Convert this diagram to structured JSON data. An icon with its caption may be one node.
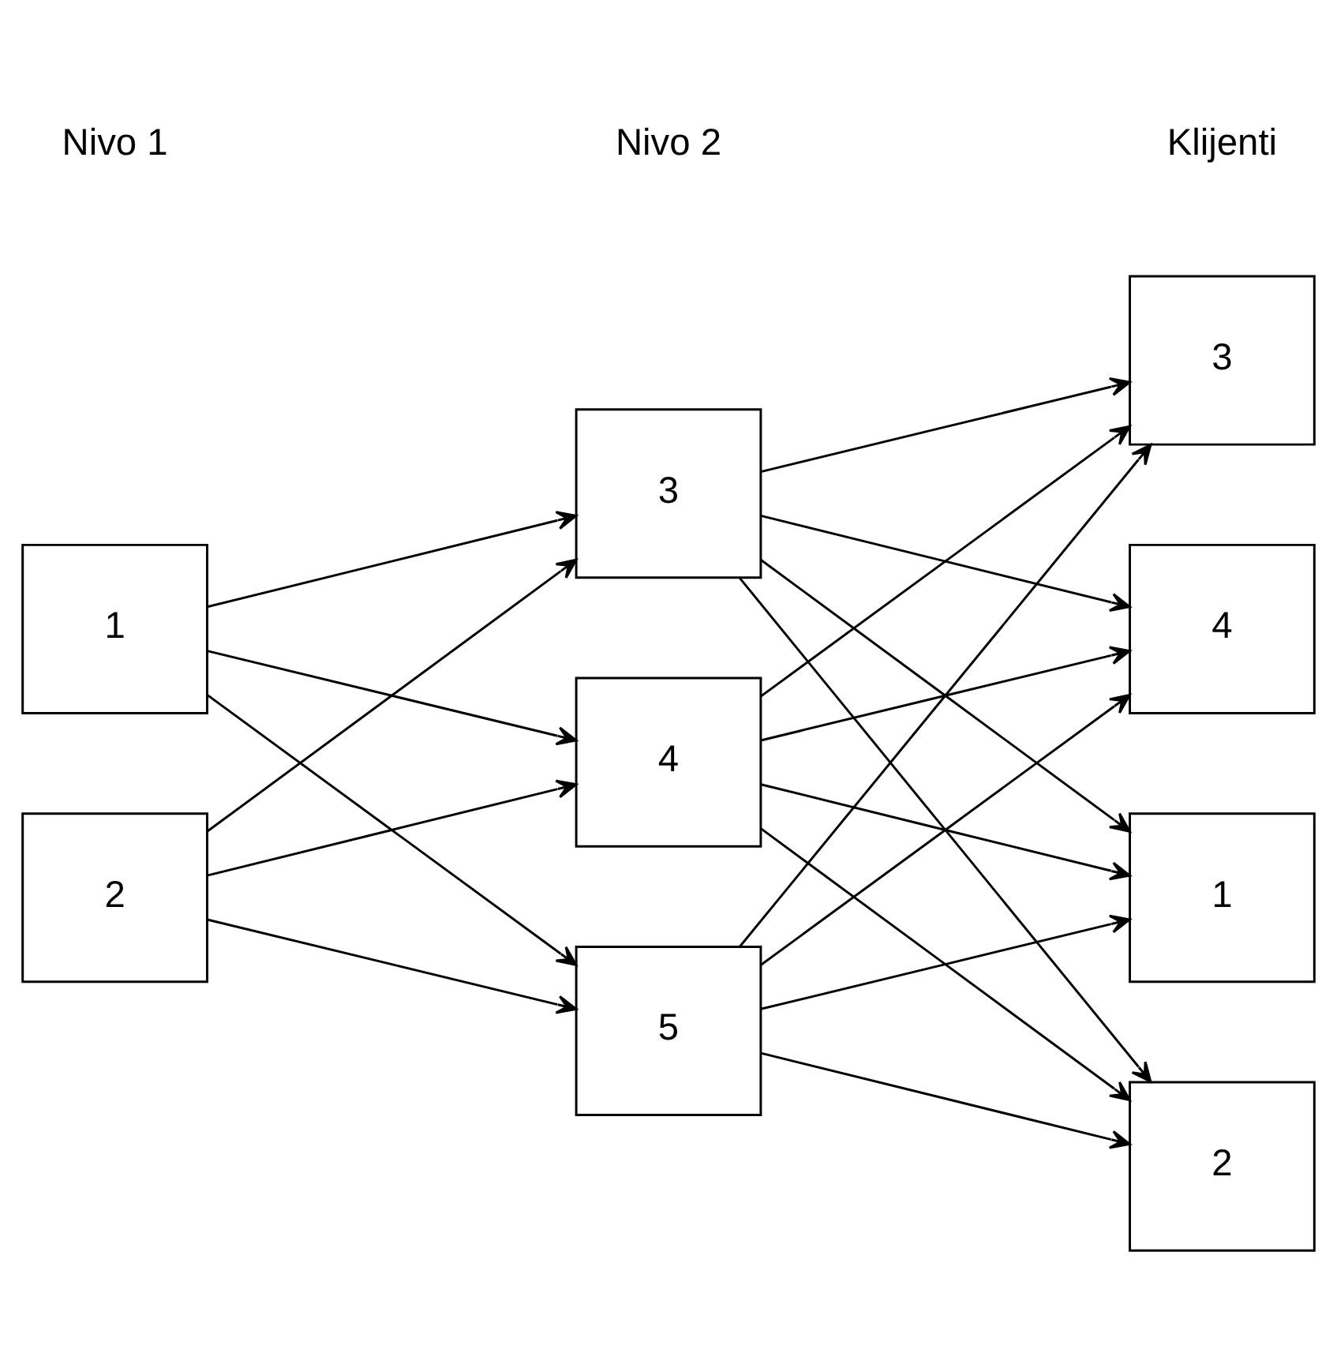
{
  "diagram": {
    "nodes": [
      {
        "text": [
          "1"
        ]
      },
      {
        "text": [
          "2"
        ]
      },
      {
        "text": [
          "3"
        ]
      },
      {
        "text": [
          "4"
        ]
      },
      {
        "text": [
          "5"
        ]
      },
      {
        "text": [
          "1"
        ]
      },
      {
        "text": [
          "2"
        ]
      },
      {
        "text": [
          "3"
        ]
      },
      {
        "text": [
          "4"
        ]
      }
    ],
    "edges": [
      {
        "from": 0,
        "to": 2,
        "arrow": "to"
      },
      {
        "from": 0,
        "to": 3,
        "arrow": "to"
      },
      {
        "from": 0,
        "to": 4,
        "arrow": "to"
      },
      {
        "from": 1,
        "to": 2,
        "arrow": "to"
      },
      {
        "from": 1,
        "to": 3,
        "arrow": "to"
      },
      {
        "from": 1,
        "to": 4,
        "arrow": "to"
      },
      {
        "from": 2,
        "to": 5,
        "arrow": "to"
      },
      {
        "from": 2,
        "to": 6,
        "arrow": "to"
      },
      {
        "from": 2,
        "to": 7,
        "arrow": "to"
      },
      {
        "from": 2,
        "to": 8,
        "arrow": "to"
      },
      {
        "from": 3,
        "to": 5,
        "arrow": "to"
      },
      {
        "from": 3,
        "to": 6,
        "arrow": "to"
      },
      {
        "from": 3,
        "to": 7,
        "arrow": "to"
      },
      {
        "from": 3,
        "to": 8,
        "arrow": "to"
      },
      {
        "from": 4,
        "to": 5,
        "arrow": "to"
      },
      {
        "from": 4,
        "to": 6,
        "arrow": "to"
      },
      {
        "from": 4,
        "to": 7,
        "arrow": "to"
      },
      {
        "from": 4,
        "to": 8,
        "arrow": "to"
      }
    ],
    "labels": [
      "Klijenti",
      "Nivo 2",
      "Nivo 1"
    ]
  }
}
